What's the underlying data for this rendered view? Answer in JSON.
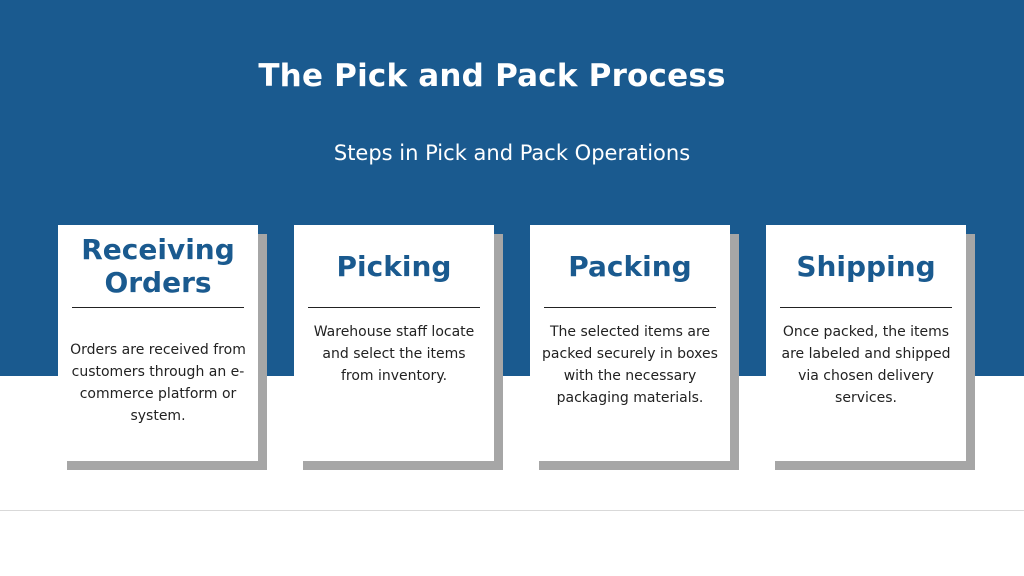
{
  "title": "The Pick and Pack Process",
  "subtitle": "Steps in Pick and Pack Operations",
  "colors": {
    "band": "#1a5a8f",
    "card_heading": "#1a5a8f",
    "card_shadow": "#a6a6a6",
    "card_background": "#ffffff"
  },
  "steps": [
    {
      "heading": "Receiving Orders",
      "description": "Orders are received from customers through an e-commerce platform or system."
    },
    {
      "heading": "Picking",
      "description": "Warehouse staff locate and select the items from inventory."
    },
    {
      "heading": "Packing",
      "description": "The selected items are packed securely in boxes with the necessary packaging materials."
    },
    {
      "heading": "Shipping",
      "description": "Once packed, the items are labeled and shipped via chosen delivery services."
    }
  ]
}
